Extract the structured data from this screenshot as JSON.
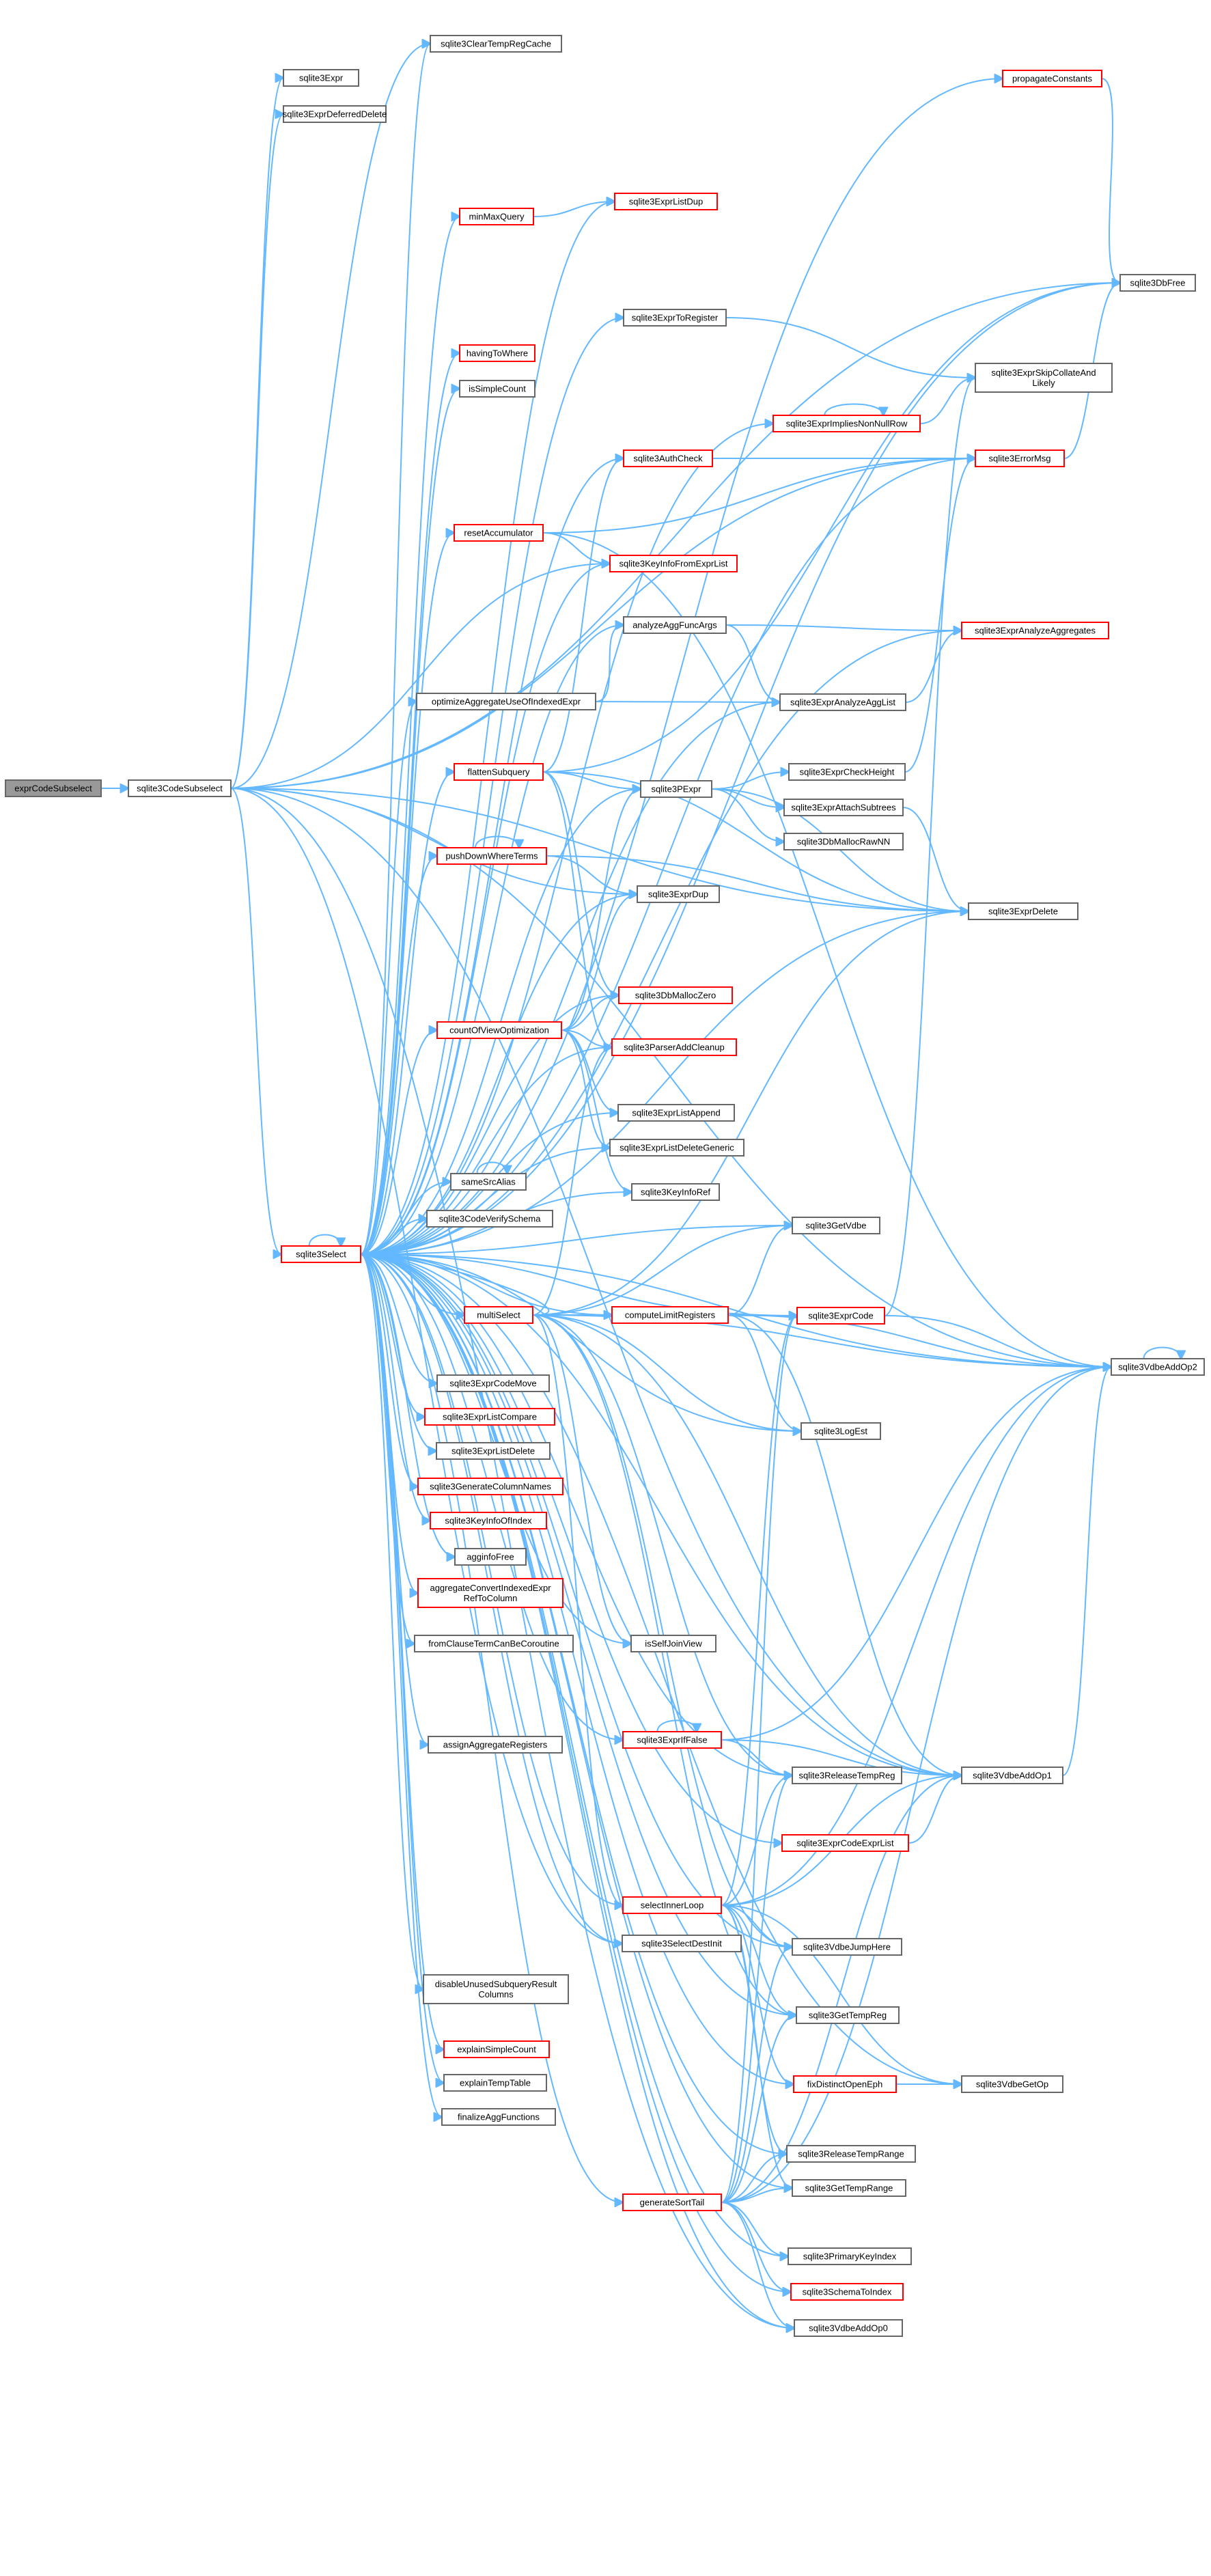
{
  "colors": {
    "edge": "#63b8ff",
    "node_border_black": "#666666",
    "node_border_red": "#ff0000",
    "node_fill": "#ffffff",
    "root_fill": "#999999"
  },
  "nodes": [
    {
      "id": "root",
      "label": "exprCodeSubselect",
      "kind": "root"
    },
    {
      "id": "codeSubselect",
      "label": "sqlite3CodeSubselect",
      "kind": "plain"
    },
    {
      "id": "clearTempRegCache",
      "label": "sqlite3ClearTempRegCache",
      "kind": "plain"
    },
    {
      "id": "expr",
      "label": "sqlite3Expr",
      "kind": "plain"
    },
    {
      "id": "exprDeferredDelete",
      "label": "sqlite3ExprDeferredDelete",
      "kind": "plain"
    },
    {
      "id": "propagateConstants",
      "label": "propagateConstants",
      "kind": "red"
    },
    {
      "id": "minMaxQuery",
      "label": "minMaxQuery",
      "kind": "red"
    },
    {
      "id": "exprListDup",
      "label": "sqlite3ExprListDup",
      "kind": "red"
    },
    {
      "id": "dbFree",
      "label": "sqlite3DbFree",
      "kind": "plain"
    },
    {
      "id": "exprToRegister",
      "label": "sqlite3ExprToRegister",
      "kind": "plain"
    },
    {
      "id": "havingToWhere",
      "label": "havingToWhere",
      "kind": "red"
    },
    {
      "id": "exprSkipCollateAndLikely",
      "label": "sqlite3ExprSkipCollateAnd\nLikely",
      "kind": "plain"
    },
    {
      "id": "isSimpleCount",
      "label": "isSimpleCount",
      "kind": "plain"
    },
    {
      "id": "exprImpliesNonNullRow",
      "label": "sqlite3ExprImpliesNonNullRow",
      "kind": "red"
    },
    {
      "id": "authCheck",
      "label": "sqlite3AuthCheck",
      "kind": "red"
    },
    {
      "id": "errorMsg",
      "label": "sqlite3ErrorMsg",
      "kind": "red"
    },
    {
      "id": "resetAccumulator",
      "label": "resetAccumulator",
      "kind": "red"
    },
    {
      "id": "keyInfoFromExprList",
      "label": "sqlite3KeyInfoFromExprList",
      "kind": "red"
    },
    {
      "id": "analyzeAggFuncArgs",
      "label": "analyzeAggFuncArgs",
      "kind": "plain"
    },
    {
      "id": "exprAnalyzeAggregates",
      "label": "sqlite3ExprAnalyzeAggregates",
      "kind": "red"
    },
    {
      "id": "optimizeAggregate",
      "label": "optimizeAggregateUseOfIndexedExpr",
      "kind": "plain"
    },
    {
      "id": "exprAnalyzeAggList",
      "label": "sqlite3ExprAnalyzeAggList",
      "kind": "plain"
    },
    {
      "id": "root2",
      "label": "exprCodeSubselect",
      "kind": "hidden"
    },
    {
      "id": "flattenSubquery",
      "label": "flattenSubquery",
      "kind": "red"
    },
    {
      "id": "pExpr",
      "label": "sqlite3PExpr",
      "kind": "plain"
    },
    {
      "id": "exprCheckHeight",
      "label": "sqlite3ExprCheckHeight",
      "kind": "plain"
    },
    {
      "id": "exprAttachSubtrees",
      "label": "sqlite3ExprAttachSubtrees",
      "kind": "plain"
    },
    {
      "id": "dbMallocRawNN",
      "label": "sqlite3DbMallocRawNN",
      "kind": "plain"
    },
    {
      "id": "pushDownWhereTerms",
      "label": "pushDownWhereTerms",
      "kind": "red"
    },
    {
      "id": "exprDup",
      "label": "sqlite3ExprDup",
      "kind": "plain"
    },
    {
      "id": "exprDelete",
      "label": "sqlite3ExprDelete",
      "kind": "plain"
    },
    {
      "id": "dbMallocZero",
      "label": "sqlite3DbMallocZero",
      "kind": "red"
    },
    {
      "id": "countOfViewOptimization",
      "label": "countOfViewOptimization",
      "kind": "red"
    },
    {
      "id": "parserAddCleanup",
      "label": "sqlite3ParserAddCleanup",
      "kind": "red"
    },
    {
      "id": "exprListAppend",
      "label": "sqlite3ExprListAppend",
      "kind": "plain"
    },
    {
      "id": "exprListDeleteGeneric",
      "label": "sqlite3ExprListDeleteGeneric",
      "kind": "plain"
    },
    {
      "id": "sameSrcAlias",
      "label": "sameSrcAlias",
      "kind": "plain"
    },
    {
      "id": "keyInfoRef",
      "label": "sqlite3KeyInfoRef",
      "kind": "plain"
    },
    {
      "id": "codeVerifySchema",
      "label": "sqlite3CodeVerifySchema",
      "kind": "plain"
    },
    {
      "id": "getVdbe",
      "label": "sqlite3GetVdbe",
      "kind": "plain"
    },
    {
      "id": "select",
      "label": "sqlite3Select",
      "kind": "red"
    },
    {
      "id": "multiSelect",
      "label": "multiSelect",
      "kind": "red"
    },
    {
      "id": "computeLimitRegisters",
      "label": "computeLimitRegisters",
      "kind": "red"
    },
    {
      "id": "exprCode",
      "label": "sqlite3ExprCode",
      "kind": "red"
    },
    {
      "id": "vdbeAddOp2",
      "label": "sqlite3VdbeAddOp2",
      "kind": "plain"
    },
    {
      "id": "exprCodeMove",
      "label": "sqlite3ExprCodeMove",
      "kind": "plain"
    },
    {
      "id": "exprListCompare",
      "label": "sqlite3ExprListCompare",
      "kind": "red"
    },
    {
      "id": "logEst",
      "label": "sqlite3LogEst",
      "kind": "plain"
    },
    {
      "id": "exprListDelete",
      "label": "sqlite3ExprListDelete",
      "kind": "plain"
    },
    {
      "id": "generateColumnNames",
      "label": "sqlite3GenerateColumnNames",
      "kind": "red"
    },
    {
      "id": "keyInfoOfIndex",
      "label": "sqlite3KeyInfoOfIndex",
      "kind": "red"
    },
    {
      "id": "aggInfoFree",
      "label": "agginfoFree",
      "kind": "plain"
    },
    {
      "id": "aggregateConvert",
      "label": "aggregateConvertIndexedExpr\nRefToColumn",
      "kind": "red"
    },
    {
      "id": "fromClauseTermCanBeCoroutine",
      "label": "fromClauseTermCanBeCoroutine",
      "kind": "plain"
    },
    {
      "id": "isSelfJoinView",
      "label": "isSelfJoinView",
      "kind": "plain"
    },
    {
      "id": "exprIfFalse",
      "label": "sqlite3ExprIfFalse",
      "kind": "red"
    },
    {
      "id": "assignAggregateRegisters",
      "label": "assignAggregateRegisters",
      "kind": "plain"
    },
    {
      "id": "vdbeAddOp1",
      "label": "sqlite3VdbeAddOp1",
      "kind": "plain"
    },
    {
      "id": "releaseTempReg",
      "label": "sqlite3ReleaseTempReg",
      "kind": "plain"
    },
    {
      "id": "exprCodeExprList",
      "label": "sqlite3ExprCodeExprList",
      "kind": "red"
    },
    {
      "id": "selectInnerLoop",
      "label": "selectInnerLoop",
      "kind": "red"
    },
    {
      "id": "selectDestInit",
      "label": "sqlite3SelectDestInit",
      "kind": "plain"
    },
    {
      "id": "vdbeJumpHere",
      "label": "sqlite3VdbeJumpHere",
      "kind": "plain"
    },
    {
      "id": "disableUnusedSubquery",
      "label": "disableUnusedSubqueryResult\nColumns",
      "kind": "plain"
    },
    {
      "id": "getTempReg",
      "label": "sqlite3GetTempReg",
      "kind": "plain"
    },
    {
      "id": "explainSimpleCount",
      "label": "explainSimpleCount",
      "kind": "red"
    },
    {
      "id": "explainTempTable",
      "label": "explainTempTable",
      "kind": "plain"
    },
    {
      "id": "fixDistinctOpenEph",
      "label": "fixDistinctOpenEph",
      "kind": "red"
    },
    {
      "id": "vdbeGetOp",
      "label": "sqlite3VdbeGetOp",
      "kind": "plain"
    },
    {
      "id": "finalizeAggFunctions",
      "label": "finalizeAggFunctions",
      "kind": "plain"
    },
    {
      "id": "releaseTempRange",
      "label": "sqlite3ReleaseTempRange",
      "kind": "plain"
    },
    {
      "id": "getTempRange",
      "label": "sqlite3GetTempRange",
      "kind": "plain"
    },
    {
      "id": "generateSortTail",
      "label": "generateSortTail",
      "kind": "red"
    },
    {
      "id": "primaryKeyIndex",
      "label": "sqlite3PrimaryKeyIndex",
      "kind": "plain"
    },
    {
      "id": "schemaToIndex",
      "label": "sqlite3SchemaToIndex",
      "kind": "red"
    },
    {
      "id": "vdbeAddOp0",
      "label": "sqlite3VdbeAddOp0",
      "kind": "plain"
    }
  ],
  "edges": [
    [
      "root",
      "codeSubselect"
    ],
    [
      "codeSubselect",
      "clearTempRegCache"
    ],
    [
      "codeSubselect",
      "expr"
    ],
    [
      "codeSubselect",
      "exprDeferredDelete"
    ],
    [
      "codeSubselect",
      "dbFree"
    ],
    [
      "codeSubselect",
      "errorMsg"
    ],
    [
      "codeSubselect",
      "exprDup"
    ],
    [
      "codeSubselect",
      "select"
    ],
    [
      "codeSubselect",
      "selectDestInit"
    ],
    [
      "codeSubselect",
      "vdbeAddOp1"
    ],
    [
      "codeSubselect",
      "vdbeAddOp2"
    ],
    [
      "codeSubselect",
      "vdbeAddOp0"
    ],
    [
      "codeSubselect",
      "exprDelete"
    ],
    [
      "codeSubselect",
      "keyInfoFromExprList"
    ],
    [
      "select",
      "clearTempRegCache"
    ],
    [
      "select",
      "propagateConstants"
    ],
    [
      "select",
      "minMaxQuery"
    ],
    [
      "select",
      "exprListDup"
    ],
    [
      "select",
      "dbFree"
    ],
    [
      "select",
      "exprToRegister"
    ],
    [
      "select",
      "havingToWhere"
    ],
    [
      "select",
      "isSimpleCount"
    ],
    [
      "select",
      "exprImpliesNonNullRow"
    ],
    [
      "select",
      "authCheck"
    ],
    [
      "select",
      "errorMsg"
    ],
    [
      "select",
      "resetAccumulator"
    ],
    [
      "select",
      "keyInfoFromExprList"
    ],
    [
      "select",
      "analyzeAggFuncArgs"
    ],
    [
      "select",
      "exprAnalyzeAggregates"
    ],
    [
      "select",
      "optimizeAggregate"
    ],
    [
      "select",
      "exprAnalyzeAggList"
    ],
    [
      "select",
      "flattenSubquery"
    ],
    [
      "select",
      "pExpr"
    ],
    [
      "select",
      "pushDownWhereTerms"
    ],
    [
      "select",
      "exprDup"
    ],
    [
      "select",
      "exprDelete"
    ],
    [
      "select",
      "dbMallocZero"
    ],
    [
      "select",
      "countOfViewOptimization"
    ],
    [
      "select",
      "parserAddCleanup"
    ],
    [
      "select",
      "exprListAppend"
    ],
    [
      "select",
      "exprListDeleteGeneric"
    ],
    [
      "select",
      "sameSrcAlias"
    ],
    [
      "select",
      "keyInfoRef"
    ],
    [
      "select",
      "codeVerifySchema"
    ],
    [
      "select",
      "getVdbe"
    ],
    [
      "select",
      "select"
    ],
    [
      "select",
      "multiSelect"
    ],
    [
      "select",
      "computeLimitRegisters"
    ],
    [
      "select",
      "exprCode"
    ],
    [
      "select",
      "vdbeAddOp2"
    ],
    [
      "select",
      "exprCodeMove"
    ],
    [
      "select",
      "exprListCompare"
    ],
    [
      "select",
      "logEst"
    ],
    [
      "select",
      "exprListDelete"
    ],
    [
      "select",
      "generateColumnNames"
    ],
    [
      "select",
      "keyInfoOfIndex"
    ],
    [
      "select",
      "aggInfoFree"
    ],
    [
      "select",
      "aggregateConvert"
    ],
    [
      "select",
      "fromClauseTermCanBeCoroutine"
    ],
    [
      "select",
      "isSelfJoinView"
    ],
    [
      "select",
      "exprIfFalse"
    ],
    [
      "select",
      "assignAggregateRegisters"
    ],
    [
      "select",
      "vdbeAddOp1"
    ],
    [
      "select",
      "releaseTempReg"
    ],
    [
      "select",
      "exprCodeExprList"
    ],
    [
      "select",
      "selectInnerLoop"
    ],
    [
      "select",
      "selectDestInit"
    ],
    [
      "select",
      "vdbeJumpHere"
    ],
    [
      "select",
      "disableUnusedSubquery"
    ],
    [
      "select",
      "getTempReg"
    ],
    [
      "select",
      "explainSimpleCount"
    ],
    [
      "select",
      "explainTempTable"
    ],
    [
      "select",
      "fixDistinctOpenEph"
    ],
    [
      "select",
      "vdbeGetOp"
    ],
    [
      "select",
      "finalizeAggFunctions"
    ],
    [
      "select",
      "releaseTempRange"
    ],
    [
      "select",
      "getTempRange"
    ],
    [
      "select",
      "generateSortTail"
    ],
    [
      "select",
      "primaryKeyIndex"
    ],
    [
      "select",
      "schemaToIndex"
    ],
    [
      "select",
      "vdbeAddOp0"
    ],
    [
      "propagateConstants",
      "dbFree"
    ],
    [
      "minMaxQuery",
      "exprListDup"
    ],
    [
      "exprToRegister",
      "exprSkipCollateAndLikely"
    ],
    [
      "exprImpliesNonNullRow",
      "exprSkipCollateAndLikely"
    ],
    [
      "exprImpliesNonNullRow",
      "exprImpliesNonNullRow"
    ],
    [
      "authCheck",
      "errorMsg"
    ],
    [
      "errorMsg",
      "dbFree"
    ],
    [
      "resetAccumulator",
      "errorMsg"
    ],
    [
      "resetAccumulator",
      "keyInfoFromExprList"
    ],
    [
      "resetAccumulator",
      "vdbeAddOp2"
    ],
    [
      "analyzeAggFuncArgs",
      "exprAnalyzeAggregates"
    ],
    [
      "analyzeAggFuncArgs",
      "exprAnalyzeAggList"
    ],
    [
      "optimizeAggregate",
      "analyzeAggFuncArgs"
    ],
    [
      "optimizeAggregate",
      "exprAnalyzeAggList"
    ],
    [
      "exprAnalyzeAggList",
      "exprAnalyzeAggregates"
    ],
    [
      "flattenSubquery",
      "pExpr"
    ],
    [
      "flattenSubquery",
      "authCheck"
    ],
    [
      "flattenSubquery",
      "dbFree"
    ],
    [
      "flattenSubquery",
      "dbMallocZero"
    ],
    [
      "flattenSubquery",
      "parserAddCleanup"
    ],
    [
      "flattenSubquery",
      "exprDelete"
    ],
    [
      "pExpr",
      "exprCheckHeight"
    ],
    [
      "pExpr",
      "exprAttachSubtrees"
    ],
    [
      "pExpr",
      "dbMallocRawNN"
    ],
    [
      "pExpr",
      "exprDelete"
    ],
    [
      "exprCheckHeight",
      "errorMsg"
    ],
    [
      "exprAttachSubtrees",
      "exprDelete"
    ],
    [
      "pushDownWhereTerms",
      "pushDownWhereTerms"
    ],
    [
      "pushDownWhereTerms",
      "exprDup"
    ],
    [
      "pushDownWhereTerms",
      "exprDelete"
    ],
    [
      "countOfViewOptimization",
      "pExpr"
    ],
    [
      "countOfViewOptimization",
      "dbMallocZero"
    ],
    [
      "countOfViewOptimization",
      "parserAddCleanup"
    ],
    [
      "countOfViewOptimization",
      "exprListAppend"
    ],
    [
      "countOfViewOptimization",
      "exprListDeleteGeneric"
    ],
    [
      "countOfViewOptimization",
      "keyInfoRef"
    ],
    [
      "countOfViewOptimization",
      "exprDup"
    ],
    [
      "sameSrcAlias",
      "sameSrcAlias"
    ],
    [
      "multiSelect",
      "computeLimitRegisters"
    ],
    [
      "multiSelect",
      "exprCode"
    ],
    [
      "multiSelect",
      "vdbeAddOp2"
    ],
    [
      "multiSelect",
      "getVdbe"
    ],
    [
      "multiSelect",
      "logEst"
    ],
    [
      "multiSelect",
      "isSelfJoinView"
    ],
    [
      "multiSelect",
      "vdbeAddOp1"
    ],
    [
      "multiSelect",
      "releaseTempReg"
    ],
    [
      "multiSelect",
      "selectInnerLoop"
    ],
    [
      "multiSelect",
      "vdbeJumpHere"
    ],
    [
      "multiSelect",
      "getTempReg"
    ],
    [
      "multiSelect",
      "exprDelete"
    ],
    [
      "multiSelect",
      "select"
    ],
    [
      "multiSelect",
      "parserAddCleanup"
    ],
    [
      "computeLimitRegisters",
      "exprCode"
    ],
    [
      "computeLimitRegisters",
      "vdbeAddOp2"
    ],
    [
      "computeLimitRegisters",
      "vdbeAddOp1"
    ],
    [
      "computeLimitRegisters",
      "logEst"
    ],
    [
      "computeLimitRegisters",
      "getVdbe"
    ],
    [
      "exprCode",
      "exprSkipCollateAndLikely"
    ],
    [
      "exprCode",
      "vdbeAddOp2"
    ],
    [
      "vdbeAddOp2",
      "vdbeAddOp2"
    ],
    [
      "exprIfFalse",
      "exprIfFalse"
    ],
    [
      "exprIfFalse",
      "vdbeAddOp2"
    ],
    [
      "exprIfFalse",
      "vdbeAddOp1"
    ],
    [
      "exprIfFalse",
      "releaseTempReg"
    ],
    [
      "vdbeAddOp1",
      "vdbeAddOp2"
    ],
    [
      "exprCodeExprList",
      "vdbeAddOp1"
    ],
    [
      "selectInnerLoop",
      "releaseTempReg"
    ],
    [
      "selectInnerLoop",
      "vdbeJumpHere"
    ],
    [
      "selectInnerLoop",
      "getTempReg"
    ],
    [
      "selectInnerLoop",
      "fixDistinctOpenEph"
    ],
    [
      "selectInnerLoop",
      "vdbeGetOp"
    ],
    [
      "selectInnerLoop",
      "releaseTempRange"
    ],
    [
      "selectInnerLoop",
      "getTempRange"
    ],
    [
      "selectInnerLoop",
      "vdbeAddOp1"
    ],
    [
      "selectInnerLoop",
      "vdbeAddOp2"
    ],
    [
      "selectInnerLoop",
      "exprCode"
    ],
    [
      "fixDistinctOpenEph",
      "vdbeGetOp"
    ],
    [
      "generateSortTail",
      "releaseTempReg"
    ],
    [
      "generateSortTail",
      "vdbeJumpHere"
    ],
    [
      "generateSortTail",
      "getTempReg"
    ],
    [
      "generateSortTail",
      "releaseTempRange"
    ],
    [
      "generateSortTail",
      "getTempRange"
    ],
    [
      "generateSortTail",
      "primaryKeyIndex"
    ],
    [
      "generateSortTail",
      "schemaToIndex"
    ],
    [
      "generateSortTail",
      "vdbeAddOp0"
    ],
    [
      "generateSortTail",
      "vdbeAddOp1"
    ],
    [
      "generateSortTail",
      "vdbeAddOp2"
    ],
    [
      "generateSortTail",
      "exprCode"
    ]
  ]
}
